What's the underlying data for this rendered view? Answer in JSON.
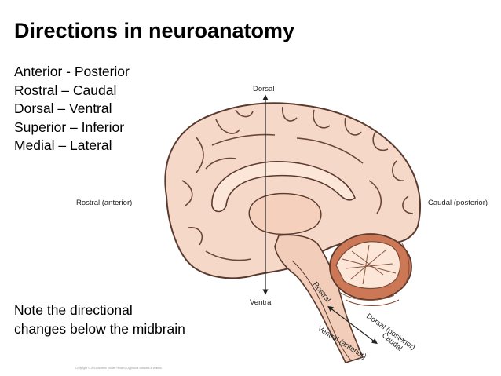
{
  "slide": {
    "title": "Directions in neuroanatomy",
    "terms": [
      "Anterior - Posterior",
      "Rostral – Caudal",
      "Dorsal – Ventral",
      "Superior – Inferior",
      "Medial – Lateral"
    ],
    "note": [
      "Note the directional",
      "changes below the midbrain"
    ]
  },
  "figure": {
    "labels": {
      "dorsal": "Dorsal",
      "ventral": "Ventral",
      "rostral_anterior": "Rostral (anterior)",
      "caudal_posterior": "Caudal (posterior)",
      "brainstem_rostral": "Rostral",
      "brainstem_caudal": "Caudal",
      "brainstem_dorsal": "Dorsal (posterior)",
      "brainstem_ventral": "Ventral (anterior)"
    },
    "credit": "Copyright © 2011 Wolters Kluwer Health | Lippincott Williams & Wilkins",
    "colors": {
      "brain_fill": "#f6d8c8",
      "brain_outline": "#5a3a2e",
      "cerebellum": "#cc7755",
      "white_matter": "#fbe6d8"
    }
  }
}
